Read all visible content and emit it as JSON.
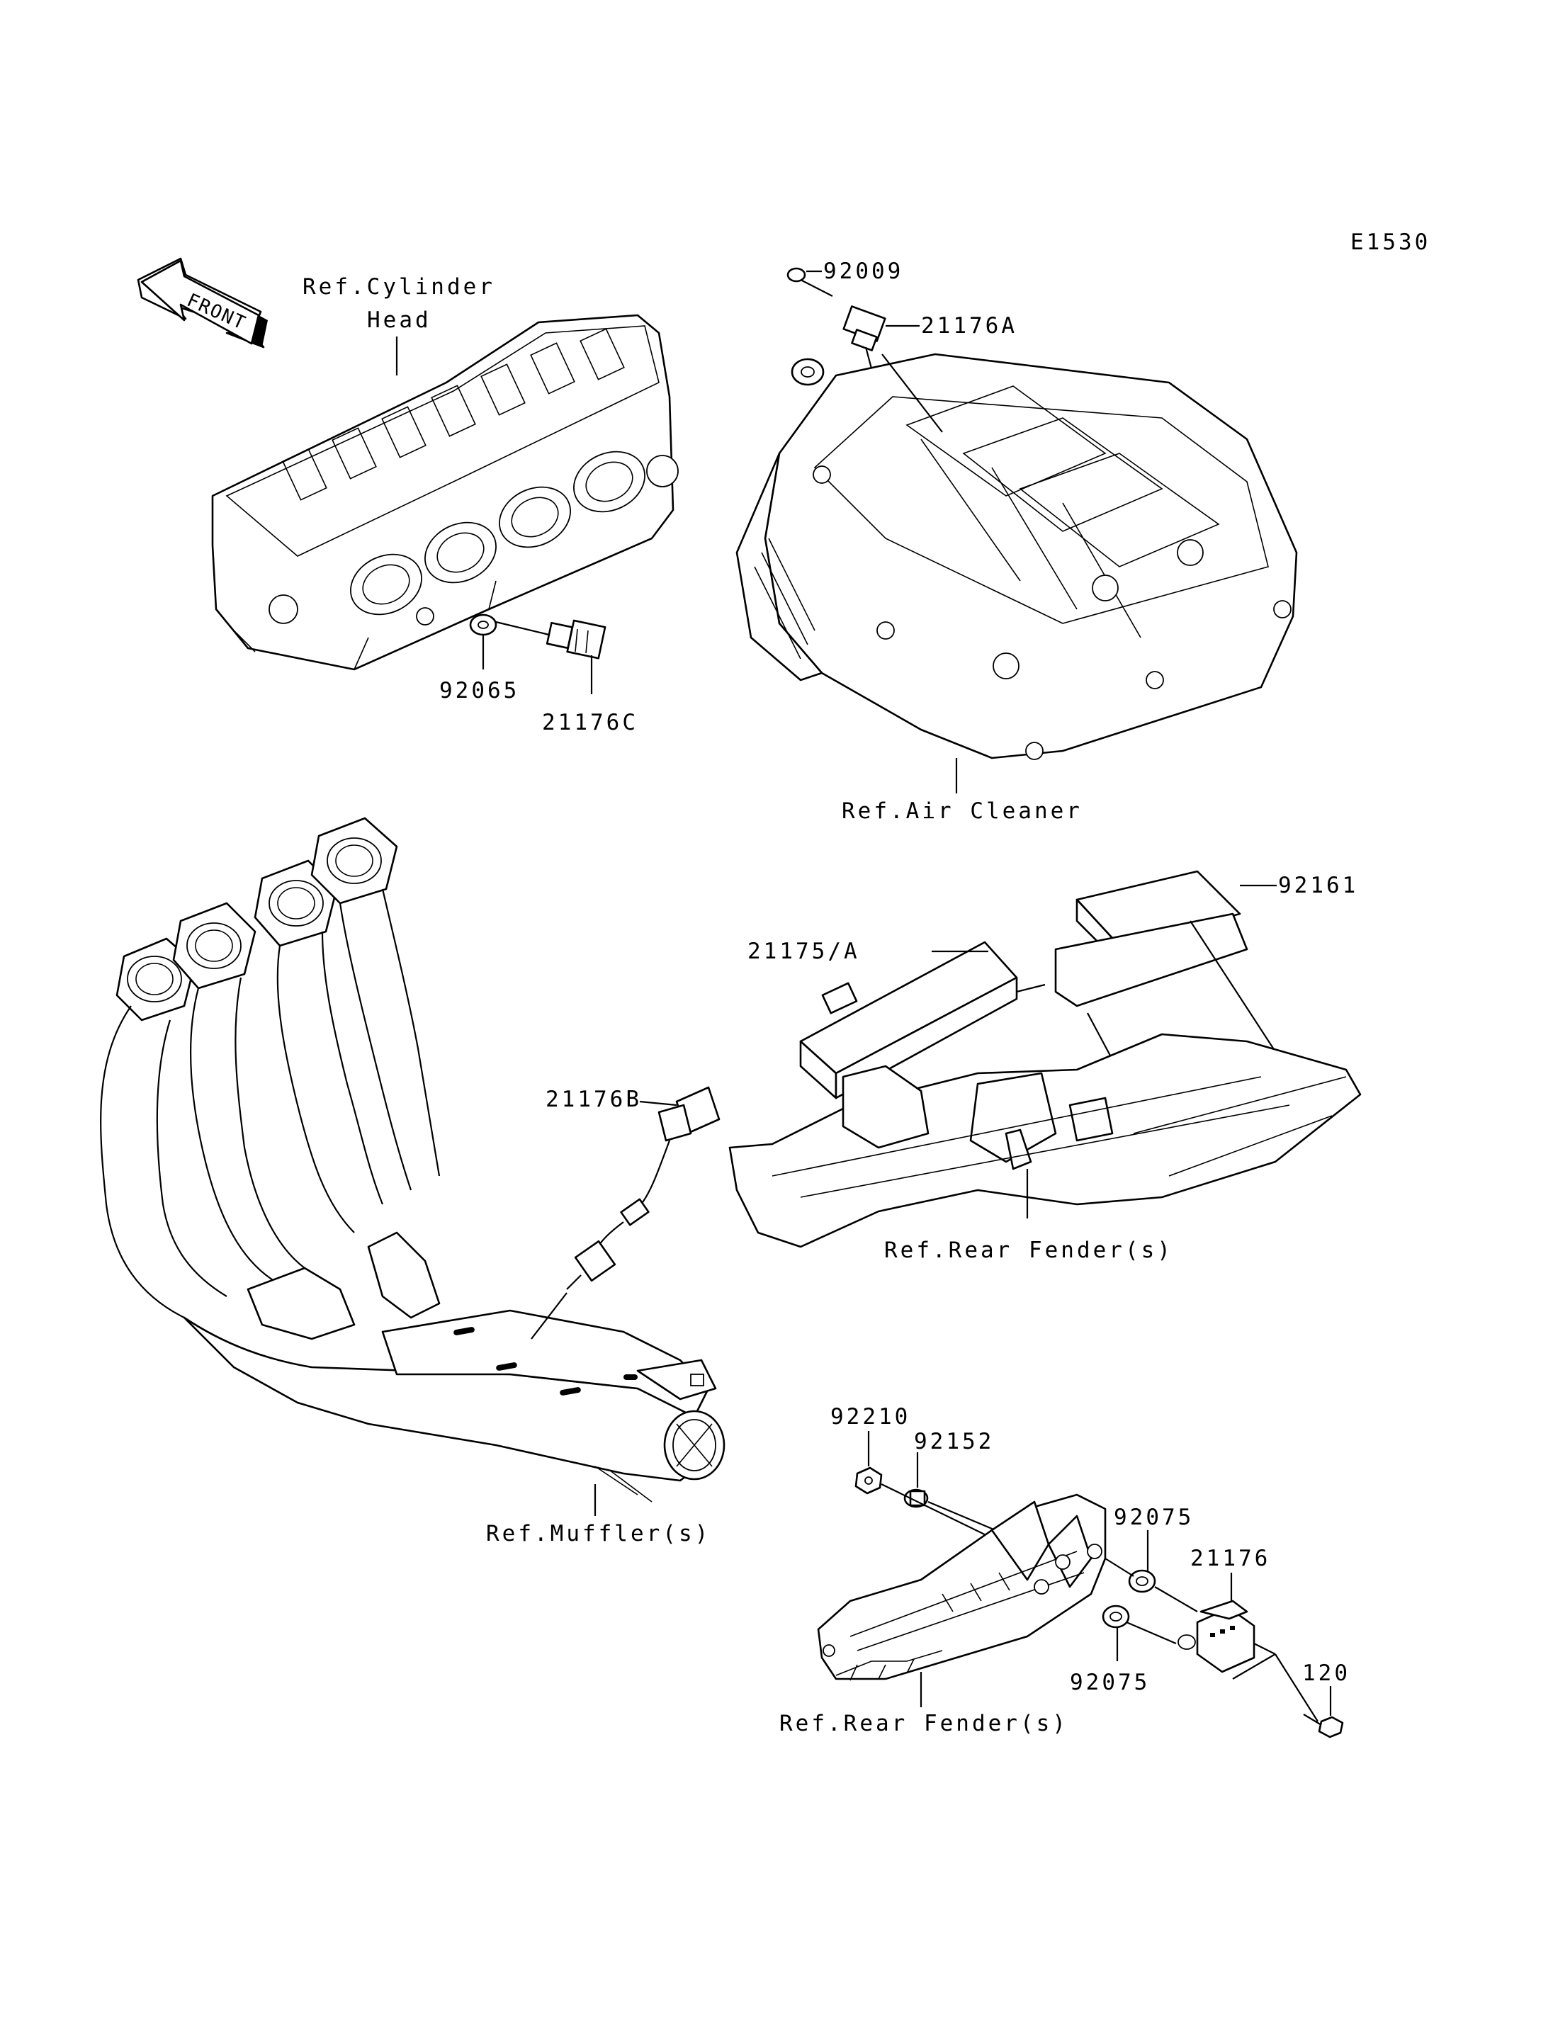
{
  "diagram": {
    "code": "E1530",
    "front_label": "FRONT",
    "refs": {
      "cylinder_head_line1": "Ref.Cylinder",
      "cylinder_head_line2": "Head",
      "air_cleaner": "Ref.Air Cleaner",
      "rear_fender_upper": "Ref.Rear Fender(s)",
      "muffler": "Ref.Muffler(s)",
      "rear_fender_lower": "Ref.Rear Fender(s)"
    },
    "parts": {
      "p92009": "92009",
      "p21176A": "21176A",
      "p92065": "92065",
      "p21176C": "21176C",
      "p92161": "92161",
      "p21175A": "21175/A",
      "p21176B": "21176B",
      "p92210": "92210",
      "p92152": "92152",
      "p92075_upper": "92075",
      "p21176": "21176",
      "p92075_lower": "92075",
      "p120": "120"
    }
  }
}
